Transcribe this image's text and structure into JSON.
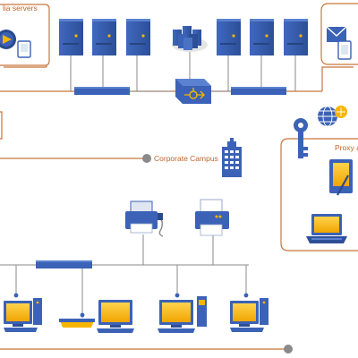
{
  "labels": {
    "media_servers": "lia servers",
    "corporate_campus": "Corporate Campus",
    "proxy": "Proxy a"
  },
  "colors": {
    "server_blue": "#3b62b6",
    "server_dark": "#2a4a8e",
    "link_orange": "#c8763a",
    "screen_yellow": "#f7b500",
    "node_gray": "#8a8a8a"
  },
  "icons": [
    "media-player-icon",
    "server-icon",
    "server-cluster-icon",
    "router-icon",
    "switch-icon",
    "globe-icon",
    "key-icon",
    "building-icon",
    "fax-printer-icon",
    "printer-icon",
    "desktop-computer-icon",
    "laptop-icon",
    "tablet-pc-icon",
    "email-icon"
  ]
}
